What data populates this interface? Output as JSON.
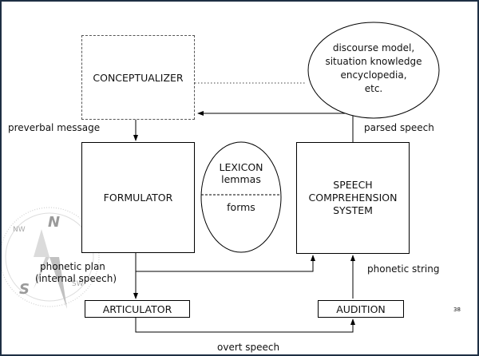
{
  "nodes": {
    "conceptualizer": "CONCEPTUALIZER",
    "formulator": "FORMULATOR",
    "articulator": "ARTICULATOR",
    "audition": "AUDITION",
    "speech_comprehension": [
      "SPEECH",
      "COMPREHENSION",
      "SYSTEM"
    ],
    "lexicon": {
      "line1": "LEXICON",
      "line2": "lemmas",
      "bottom": "forms"
    },
    "knowledge": [
      "discourse model,",
      "situation knowledge",
      "encyclopedia,",
      "etc."
    ]
  },
  "edges": {
    "preverbal_message": "preverbal message",
    "parsed_speech": "parsed speech",
    "phonetic_plan": [
      "phonetic plan",
      "(internal speech)"
    ],
    "phonetic_string": "phonetic string",
    "overt_speech": "overt speech"
  },
  "watermark": {
    "n": "N",
    "s": "S",
    "nw": "NW",
    "sw": "SW"
  },
  "page_number": "38",
  "colors": {
    "frame": "#1e2f44",
    "compass": "#9a9a9a"
  }
}
